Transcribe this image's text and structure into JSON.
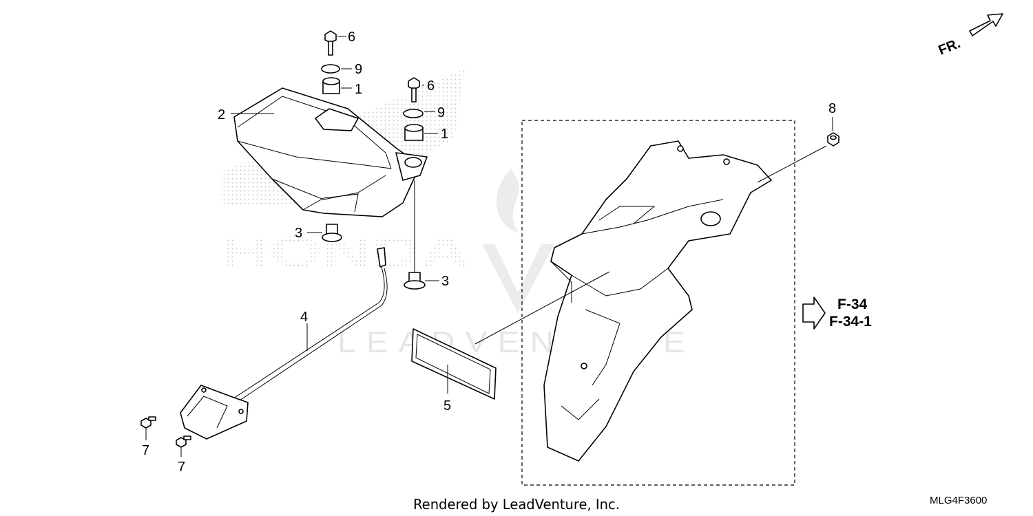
{
  "callouts": {
    "c1a": "1",
    "c1b": "1",
    "c2": "2",
    "c3a": "3",
    "c3b": "3",
    "c4": "4",
    "c5": "5",
    "c6a": "6",
    "c6b": "6",
    "c7a": "7",
    "c7b": "7",
    "c8": "8",
    "c9a": "9",
    "c9b": "9"
  },
  "reference": {
    "line1": "F-34",
    "line2": "F-34-1"
  },
  "direction_label": "FR.",
  "watermark": {
    "brand": "HONDA",
    "vendor": "LEADVENTURE"
  },
  "footer": {
    "rendered_by": "Rendered by LeadVenture, Inc.",
    "diagram_code": "MLG4F3600"
  }
}
